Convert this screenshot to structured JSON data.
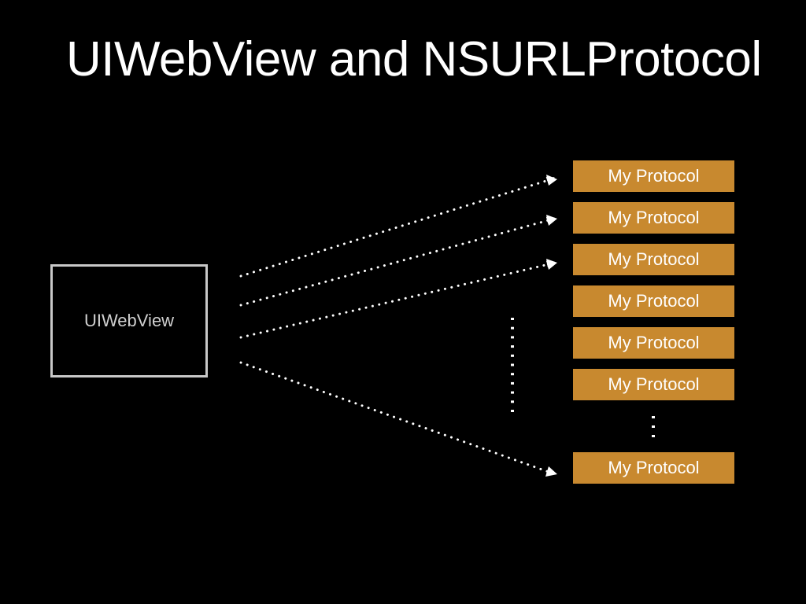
{
  "slide": {
    "title": "UIWebView and NSURLProtocol",
    "webview_label": "UIWebView",
    "protocols": [
      {
        "label": "My Protocol"
      },
      {
        "label": "My Protocol"
      },
      {
        "label": "My Protocol"
      },
      {
        "label": "My Protocol"
      },
      {
        "label": "My Protocol"
      },
      {
        "label": "My Protocol"
      },
      {
        "label": "My Protocol"
      }
    ],
    "ellipsis_between": "more protocols",
    "colors": {
      "background": "#000000",
      "protocol_fill": "#c8892f",
      "box_border": "#c8c8c8",
      "arrow": "#ffffff"
    }
  }
}
